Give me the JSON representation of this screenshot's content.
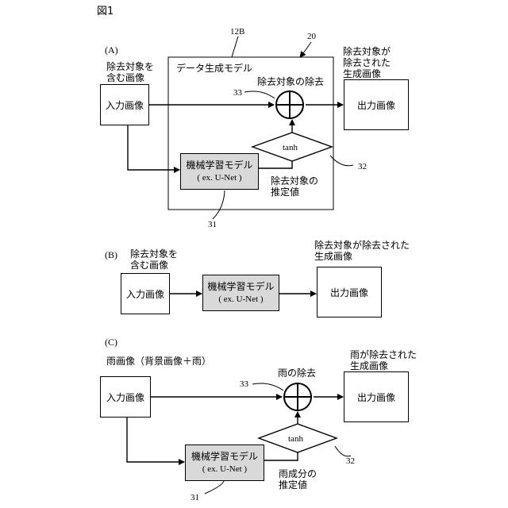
{
  "figure_label": "図1",
  "panel_a": {
    "label": "(A)",
    "input_desc_line1": "除去対象を",
    "input_desc_line2": "含む画像",
    "input_box": "入力画像",
    "model_group_label": "データ生成モデル",
    "ref_12b": "12B",
    "ref_20": "20",
    "removal_label": "除去対象の除去",
    "ref_33": "33",
    "tanh_label": "tanh",
    "ref_32": "32",
    "ml_model_line1": "機械学習モデル",
    "ml_model_line2": "( ex. U-Net )",
    "ref_31": "31",
    "estimate_line1": "除去対象の",
    "estimate_line2": "推定値",
    "output_desc_line1": "除去対象が",
    "output_desc_line2": "除去された",
    "output_desc_line3": "生成画像",
    "output_box": "出力画像"
  },
  "panel_b": {
    "label": "(B)",
    "input_desc_line1": "除去対象を",
    "input_desc_line2": "含む画像",
    "input_box": "入力画像",
    "ml_model_line1": "機械学習モデル",
    "ml_model_line2": "( ex. U-Net )",
    "output_desc_line1": "除去対象が除去された",
    "output_desc_line2": "生成画像",
    "output_box": "出力画像"
  },
  "panel_c": {
    "label": "(C)",
    "input_desc": "雨画像（背景画像＋雨）",
    "input_box": "入力画像",
    "removal_label": "雨の除去",
    "ref_33": "33",
    "tanh_label": "tanh",
    "ref_32": "32",
    "ml_model_line1": "機械学習モデル",
    "ml_model_line2": "( ex. U-Net )",
    "ref_31": "31",
    "estimate_line1": "雨成分の",
    "estimate_line2": "推定値",
    "output_desc_line1": "雨が除去された",
    "output_desc_line2": "生成画像",
    "output_box": "出力画像"
  }
}
